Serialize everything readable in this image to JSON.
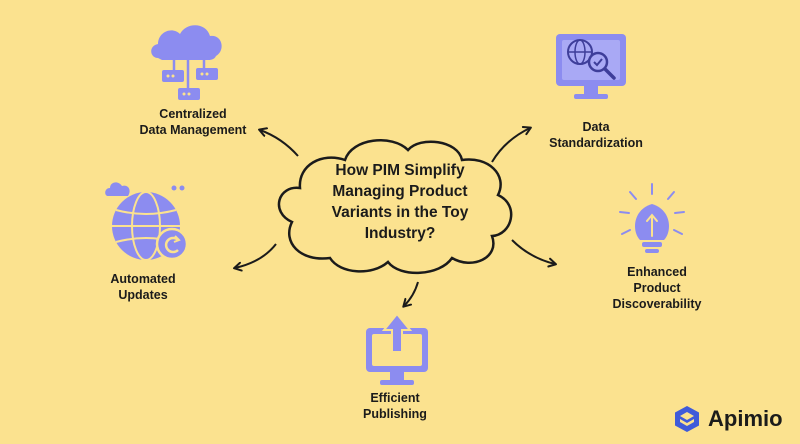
{
  "center": {
    "line1": "How PIM Simplify",
    "line2": "Managing Product",
    "line3": "Variants in the Toy",
    "line4": "Industry?"
  },
  "nodes": {
    "centralized": {
      "line1": "Centralized",
      "line2": "Data Management",
      "icon": "cloud-network-icon"
    },
    "standardization": {
      "line1": "Data",
      "line2": "Standardization",
      "icon": "monitor-globe-search-icon"
    },
    "automated": {
      "line1": "Automated",
      "line2": "Updates",
      "icon": "globe-refresh-icon"
    },
    "discoverability": {
      "line1": "Enhanced",
      "line2": "Product",
      "line3": "Discoverability",
      "icon": "lightbulb-icon"
    },
    "publishing": {
      "line1": "Efficient",
      "line2": "Publishing",
      "icon": "monitor-upload-icon"
    }
  },
  "brand": {
    "name": "Apimio",
    "icon": "apimio-logo-icon"
  },
  "colors": {
    "background": "#FBE28F",
    "icon": "#8C8CF0",
    "icon_dark": "#6E6EE0",
    "cloud_outline": "#1b1b1b",
    "brand_blue": "#3F5BD9"
  }
}
